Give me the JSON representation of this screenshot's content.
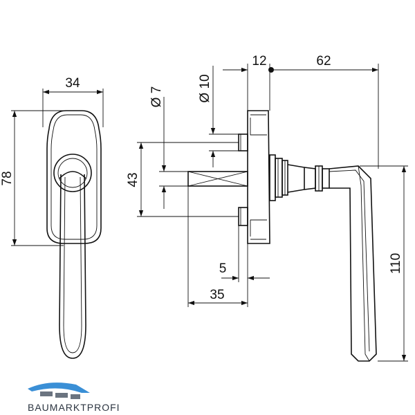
{
  "dimensions": {
    "front_width": "34",
    "front_height": "78",
    "spindle_dia": "Ø 7",
    "rose_dia": "Ø 10",
    "screw_spacing": "43",
    "rose_thickness": "12",
    "handle_projection": "62",
    "spindle_step": "5",
    "spindle_length": "35",
    "handle_length": "110"
  },
  "logo": {
    "text": "BAUMARKTPROFI"
  },
  "colors": {
    "line": "#111111",
    "logo_blue": "#3a8fd6",
    "logo_gray": "#6b7480",
    "logo_text": "#2b3440"
  }
}
